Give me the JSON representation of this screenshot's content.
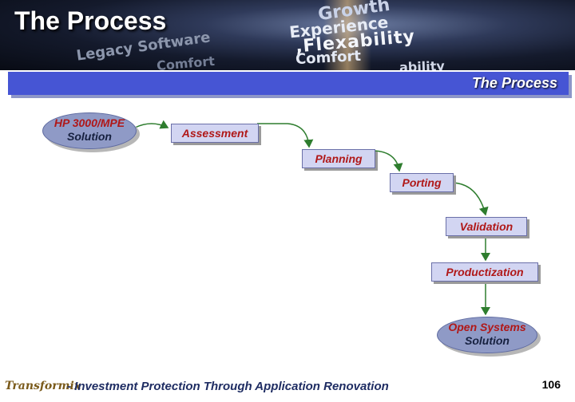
{
  "slide": {
    "title": "The Process",
    "banner_words": {
      "growth": "Growth",
      "experience": "Experience",
      "flexability": ",Flexability",
      "comfort": "Comfort",
      "legacy": "Legacy Software",
      "comfort_faded": "Comfort",
      "fragment": "ability"
    },
    "section_title": "The Process"
  },
  "process": {
    "start": {
      "line1": "HP 3000/MPE",
      "line2": "Solution"
    },
    "steps": [
      "Assessment",
      "Planning",
      "Porting",
      "Validation",
      "Productization"
    ],
    "end": {
      "line1": "Open Systems",
      "line2": "Solution"
    }
  },
  "footer": {
    "logo": "Transformix",
    "tagline": "- Investment Protection Through Application Renovation",
    "page_number": "106"
  },
  "colors": {
    "bar": "#4655d4",
    "arrows": "#2e7d2e",
    "step_text": "#b01818",
    "footer_text": "#1f2d63"
  }
}
